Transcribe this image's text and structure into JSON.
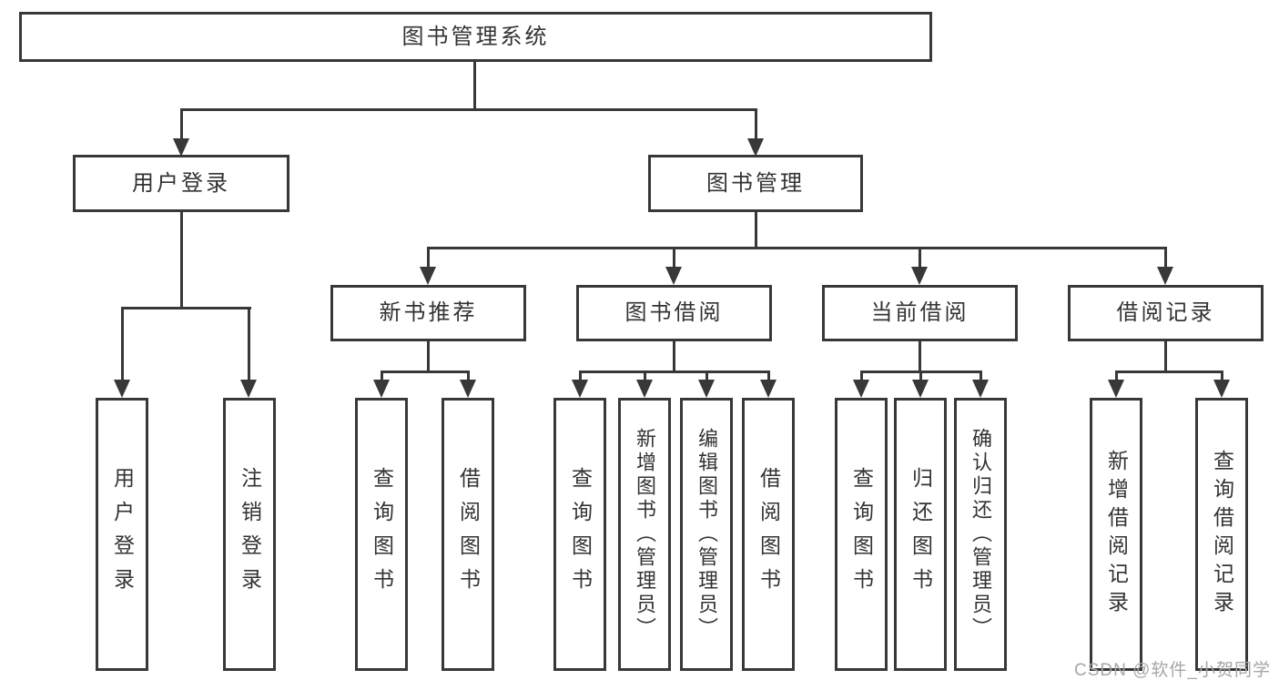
{
  "diagram": {
    "root": {
      "label": "图书管理系统"
    },
    "level1": [
      {
        "id": "user-login",
        "label": "用户登录"
      },
      {
        "id": "book-management",
        "label": "图书管理"
      }
    ],
    "level2": [
      {
        "id": "new-book-recommend",
        "label": "新书推荐",
        "parent": "book-management"
      },
      {
        "id": "book-borrow",
        "label": "图书借阅",
        "parent": "book-management"
      },
      {
        "id": "current-borrow",
        "label": "当前借阅",
        "parent": "book-management"
      },
      {
        "id": "borrow-records",
        "label": "借阅记录",
        "parent": "book-management"
      }
    ],
    "leaves": [
      {
        "group": "user-login",
        "label": "用户登录"
      },
      {
        "group": "user-login",
        "label": "注销登录"
      },
      {
        "group": "new-book-recommend",
        "label": "查询图书"
      },
      {
        "group": "new-book-recommend",
        "label": "借阅图书"
      },
      {
        "group": "book-borrow",
        "label": "查询图书"
      },
      {
        "group": "book-borrow",
        "label": "新增图书（管理员）"
      },
      {
        "group": "book-borrow",
        "label": "编辑图书（管理员）"
      },
      {
        "group": "book-borrow",
        "label": "借阅图书"
      },
      {
        "group": "current-borrow",
        "label": "查询图书"
      },
      {
        "group": "current-borrow",
        "label": "归还图书"
      },
      {
        "group": "current-borrow",
        "label": "确认归还（管理员）"
      },
      {
        "group": "borrow-records",
        "label": "新增借阅记录"
      },
      {
        "group": "borrow-records",
        "label": "查询借阅记录"
      }
    ]
  },
  "watermark": {
    "text": "CSDN @软件_小贺同学"
  },
  "colors": {
    "line": "#383838",
    "text": "#333333",
    "box_fill": "#ffffff",
    "watermark": "#a6a6a6"
  }
}
